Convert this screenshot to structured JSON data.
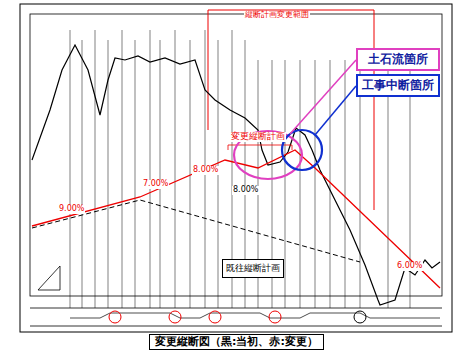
{
  "diagram": {
    "caption": "変更縦断図（黒:当初、赤:変更）",
    "nodes": [
      {
        "text": [
          "土石流箇所"
        ]
      },
      {
        "text": [
          "工事中断箇所"
        ]
      },
      {
        "text": [
          "既往縦断計画"
        ]
      }
    ],
    "labels": [
      "縦断計画変更範囲",
      "変更縦断計画",
      "9.00%",
      "7.00%",
      "8.00%",
      "8.00%",
      "6.00%"
    ]
  }
}
